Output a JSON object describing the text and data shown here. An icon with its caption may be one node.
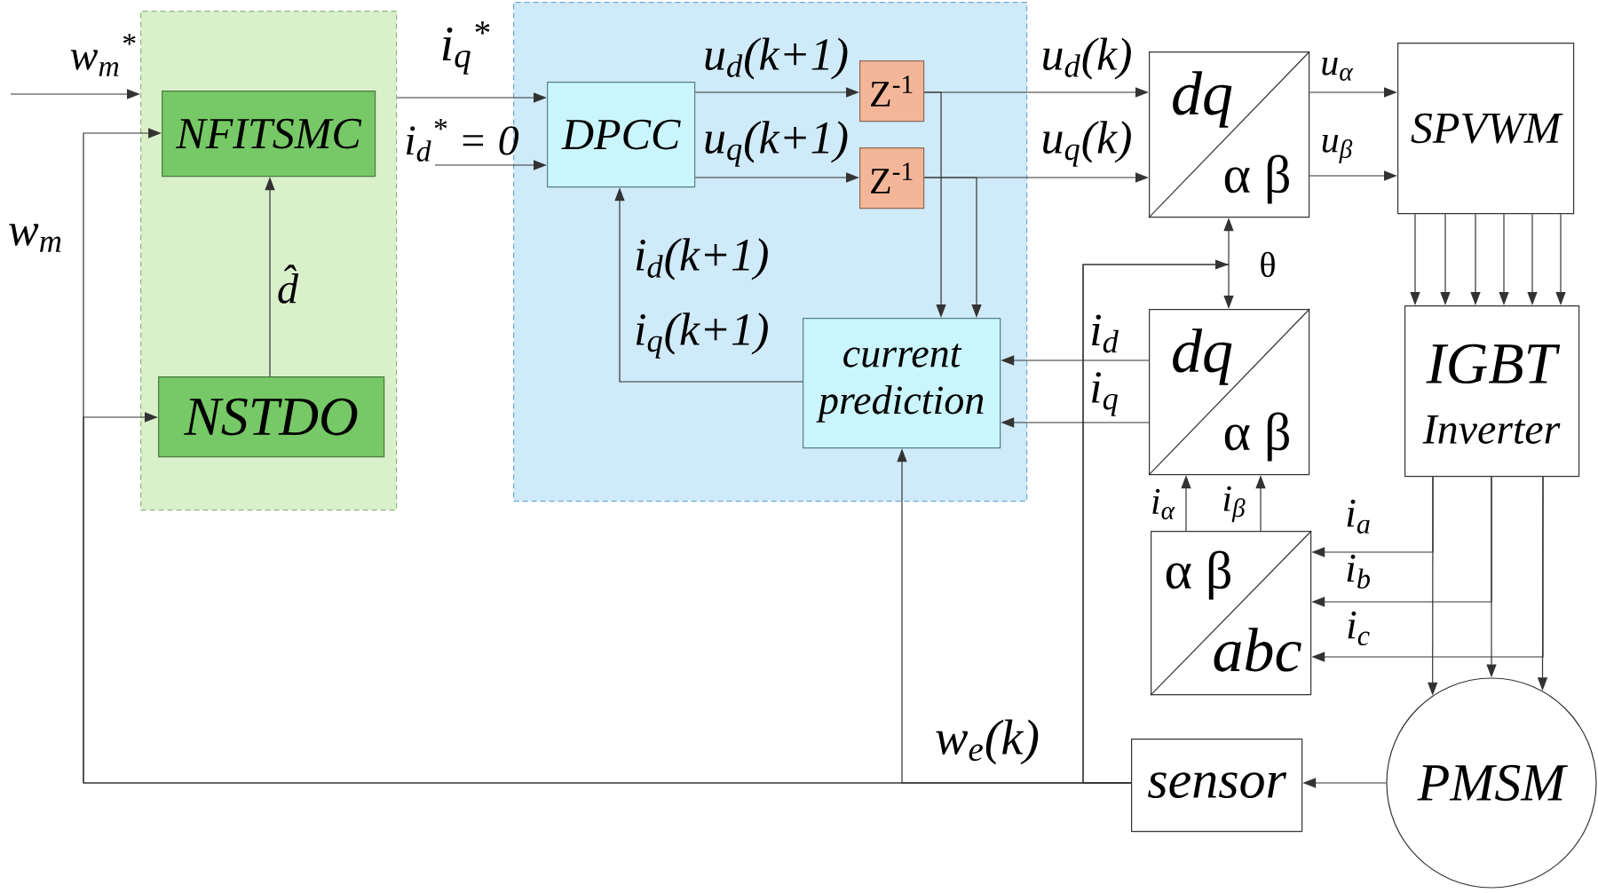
{
  "diagram": {
    "nodes": [
      {
        "text": [],
        "shape": "box"
      },
      {
        "text": [
          "NFITSMC"
        ],
        "in": 0
      },
      {
        "text": [
          "NSTDO"
        ],
        "in": 0
      },
      {
        "text": [],
        "shape": "box"
      },
      {
        "text": [
          "DPCC"
        ],
        "in": 3
      },
      {
        "text": [
          "Z$^{-1}$"
        ],
        "in": 3
      },
      {
        "text": [
          "Z$^{-1}$"
        ],
        "in": 3
      },
      {
        "text": [
          "current prediction"
        ],
        "in": 3
      },
      {
        "text": [
          "dq",
          "α β"
        ]
      },
      {
        "text": [
          "SPVWM"
        ]
      },
      {
        "text": [
          "dq",
          "α β"
        ]
      },
      {
        "text": [
          "IGBT",
          "Inverter"
        ]
      },
      {
        "text": [
          "α β",
          "abc"
        ]
      },
      {
        "text": [
          "sensor"
        ]
      },
      {
        "text": [
          "PMSM"
        ]
      }
    ],
    "edges": [
      {
        "from": null,
        "to": 0,
        "arrow": "to",
        "label": "w$_{m}$$^{*}$"
      },
      {
        "from": 2,
        "to": 1,
        "arrow": "to",
        "label": "d̂"
      },
      {
        "from": 0,
        "to": 4,
        "arrow": "to",
        "label": "i$_{q}$$^{*}$"
      },
      {
        "from": null,
        "to": 4,
        "arrow": "to",
        "label": "i$_{d}$$^{*}$ = 0"
      },
      {
        "from": 4,
        "to": 5,
        "arrow": "to",
        "label": "u$_{d}$(k+1)"
      },
      {
        "from": 4,
        "to": 6,
        "arrow": "to",
        "label": "u$_{q}$(k+1)"
      },
      {
        "from": 5,
        "to": 8,
        "arrow": "to",
        "label": "u$_{d}$(k)"
      },
      {
        "from": 6,
        "to": 8,
        "arrow": "to",
        "label": "u$_{q}$(k)"
      },
      {
        "from": 5,
        "to": 7,
        "arrow": "to"
      },
      {
        "from": 6,
        "to": 7,
        "arrow": "to"
      },
      {
        "from": 7,
        "to": 4,
        "arrow": "to",
        "label": "i$_{d}$(k+1) i$_{q}$(k+1)"
      },
      {
        "from": 8,
        "to": 9,
        "arrow": "to",
        "label": "u$_{α}$"
      },
      {
        "from": 8,
        "to": 9,
        "arrow": "to",
        "label": "u$_{β}$"
      },
      {
        "from": 9,
        "to": 11,
        "arrow": "to"
      },
      {
        "from": 9,
        "to": 11,
        "arrow": "to"
      },
      {
        "from": 9,
        "to": 11,
        "arrow": "to"
      },
      {
        "from": 9,
        "to": 11,
        "arrow": "to"
      },
      {
        "from": 9,
        "to": 11,
        "arrow": "to"
      },
      {
        "from": 9,
        "to": 11,
        "arrow": "to"
      },
      {
        "from": 10,
        "to": 7,
        "arrow": "to",
        "label": "i$_{d}$"
      },
      {
        "from": 10,
        "to": 7,
        "arrow": "to",
        "label": "i$_{q}$"
      },
      {
        "from": 12,
        "to": 10,
        "arrow": "to",
        "label": "i$_{α}$"
      },
      {
        "from": 12,
        "to": 10,
        "arrow": "to",
        "label": "i$_{β}$"
      },
      {
        "from": 11,
        "to": 12,
        "arrow": "to",
        "label": "i$_{a}$"
      },
      {
        "from": 11,
        "to": 12,
        "arrow": "to",
        "label": "i$_{b}$"
      },
      {
        "from": 11,
        "to": 12,
        "arrow": "to",
        "label": "i$_{c}$"
      },
      {
        "from": 11,
        "to": 14,
        "arrow": "to"
      },
      {
        "from": 11,
        "to": 14,
        "arrow": "to"
      },
      {
        "from": 11,
        "to": 14,
        "arrow": "to"
      },
      {
        "from": 14,
        "to": 13,
        "arrow": "to"
      },
      {
        "from": 13,
        "to": 1,
        "arrow": "to",
        "label": "w$_{m}$"
      },
      {
        "from": 13,
        "to": 2,
        "arrow": "to"
      },
      {
        "from": 13,
        "to": 7,
        "arrow": "to",
        "label": "w$_{e}$(k)"
      },
      {
        "from": 13,
        "to": 8,
        "arrow": "to",
        "label": "θ"
      },
      {
        "from": 13,
        "to": 10,
        "arrow": "to"
      }
    ]
  }
}
